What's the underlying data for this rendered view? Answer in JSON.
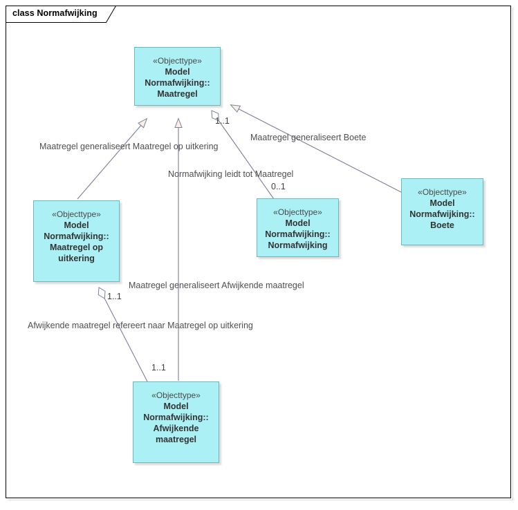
{
  "diagram": {
    "frame_title": "class Normafwijking",
    "colors": {
      "class_fill": "#aaf0f5",
      "class_border": "#6ab8bd",
      "connector": "#7a7f99",
      "arrowhead_fill": "#fbeee4",
      "frame_border": "#000000",
      "label_text": "#4f4f4f"
    }
  },
  "classes": [
    {
      "id": "maatregel",
      "stereotype": "«Objecttype»",
      "name": "Model Normafwijking:: Maatregel",
      "name_lines": [
        "Model",
        "Normafwijking::",
        "Maatregel"
      ]
    },
    {
      "id": "maatregel-op-uitkering",
      "stereotype": "«Objecttype»",
      "name": "Model Normafwijking:: Maatregel op uitkering",
      "name_lines": [
        "Model",
        "Normafwijking::",
        "Maatregel op",
        "uitkering"
      ]
    },
    {
      "id": "normafwijking",
      "stereotype": "«Objecttype»",
      "name": "Model Normafwijking:: Normafwijking",
      "name_lines": [
        "Model",
        "Normafwijking::",
        "Normafwijking"
      ]
    },
    {
      "id": "boete",
      "stereotype": "«Objecttype»",
      "name": "Model Normafwijking:: Boete",
      "name_lines": [
        "Model",
        "Normafwijking::",
        "Boete"
      ]
    },
    {
      "id": "afwijkende-maatregel",
      "stereotype": "«Objecttype»",
      "name": "Model Normafwijking:: Afwijkende maatregel",
      "name_lines": [
        "Model",
        "Normafwijking::",
        "Afwijkende",
        "maatregel"
      ]
    }
  ],
  "relationships": [
    {
      "id": "gen-maatregel-op-uitkering",
      "type": "generalization",
      "label": "Maatregel generaliseert Maatregel op uitkering",
      "source": "maatregel-op-uitkering",
      "target": "maatregel"
    },
    {
      "id": "gen-afwijkende-maatregel",
      "type": "generalization",
      "label": "Maatregel generaliseert Afwijkende maatregel",
      "source": "afwijkende-maatregel",
      "target": "maatregel"
    },
    {
      "id": "gen-boete",
      "type": "generalization",
      "label": "Maatregel generaliseert Boete",
      "source": "boete",
      "target": "maatregel"
    },
    {
      "id": "agg-normafwijking-maatregel",
      "type": "aggregation",
      "label": "Normafwijking leidt tot Maatregel",
      "source": "normafwijking",
      "target": "maatregel",
      "target_multiplicity": "1..1",
      "source_multiplicity": "0..1"
    },
    {
      "id": "agg-afwijkende-refereert",
      "type": "aggregation",
      "label": "Afwijkende maatregel refereert naar Maatregel op uitkering",
      "source": "afwijkende-maatregel",
      "target": "maatregel-op-uitkering",
      "target_multiplicity": "1..1",
      "source_multiplicity": "1..1"
    }
  ]
}
